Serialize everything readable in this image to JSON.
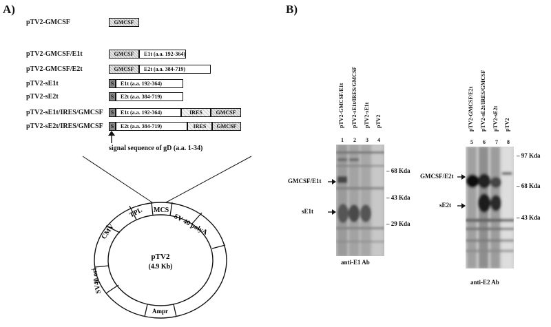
{
  "panel_a": {
    "label": "A)",
    "constructs": [
      {
        "name": "pTV2-GMCSF",
        "segments": [
          {
            "label": "GMCSF",
            "kind": "gm"
          }
        ]
      },
      {
        "name": "pTV2-GMCSF/E1t",
        "segments": [
          {
            "label": "GMCSF",
            "kind": "gm"
          },
          {
            "label": "E1t (a.a. 192-364)",
            "kind": "plain"
          }
        ]
      },
      {
        "name": "pTV2-GMCSF/E2t",
        "segments": [
          {
            "label": "GMCSF",
            "kind": "gm"
          },
          {
            "label": "E2t (a.a. 384-719)",
            "kind": "plain"
          }
        ]
      },
      {
        "name": "pTV2-sE1t",
        "segments": [
          {
            "label": "S",
            "kind": "sig"
          },
          {
            "label": "E1t (a.a. 192-364)",
            "kind": "plain"
          }
        ]
      },
      {
        "name": "pTV2-sE2t",
        "segments": [
          {
            "label": "S",
            "kind": "sig"
          },
          {
            "label": "E2t (a.a. 384-719)",
            "kind": "plain"
          }
        ]
      },
      {
        "name": "pTV2-sE1t/IRES/GMCSF",
        "segments": [
          {
            "label": "S",
            "kind": "sig"
          },
          {
            "label": "E1t (a.a. 192-364)",
            "kind": "plain"
          },
          {
            "label": "IRES",
            "kind": "ires"
          },
          {
            "label": "GMCSF",
            "kind": "gm"
          }
        ]
      },
      {
        "name": "pTV2-sE2t/IRES/GMCSF",
        "segments": [
          {
            "label": "S",
            "kind": "sig"
          },
          {
            "label": "E2t (a.a. 384-719)",
            "kind": "plain"
          },
          {
            "label": "IRES",
            "kind": "ires"
          },
          {
            "label": "GMCSF",
            "kind": "gm"
          }
        ]
      }
    ],
    "signal_note": "signal sequence of gD (a.a. 1-34)",
    "plasmid": {
      "name": "pTV2",
      "size": "(4.9 Kb)",
      "regions": [
        "CMV",
        "TPL",
        "MCS",
        "SV 40 polyA",
        "Ampr",
        "SV40 ori"
      ]
    }
  },
  "panel_b": {
    "label": "B)",
    "blots": [
      {
        "lanes": [
          "pTV2-GMCSF/E1t",
          "pTV2-sE1t/IRES/GMCSF",
          "pTV2-sE1t",
          "pTV2"
        ],
        "lane_numbers": [
          "1",
          "2",
          "3",
          "4"
        ],
        "markers": [
          "68 Kda",
          "43 Kda",
          "29 Kda"
        ],
        "bands": [
          "GMCSF/E1t",
          "sE1t"
        ],
        "antibody": "anti-E1 Ab"
      },
      {
        "lanes": [
          "pTV2-GMCSF/E2t",
          "pTV2-sE2t/IRES/GMCSF",
          "pTV2-sE2t",
          "pTV2"
        ],
        "lane_numbers": [
          "5",
          "6",
          "7",
          "8"
        ],
        "markers": [
          "97 Kda",
          "68 Kda",
          "43 Kda"
        ],
        "bands": [
          "GMCSF/E2t",
          "sE2t"
        ],
        "antibody": "anti-E2 Ab"
      }
    ]
  }
}
